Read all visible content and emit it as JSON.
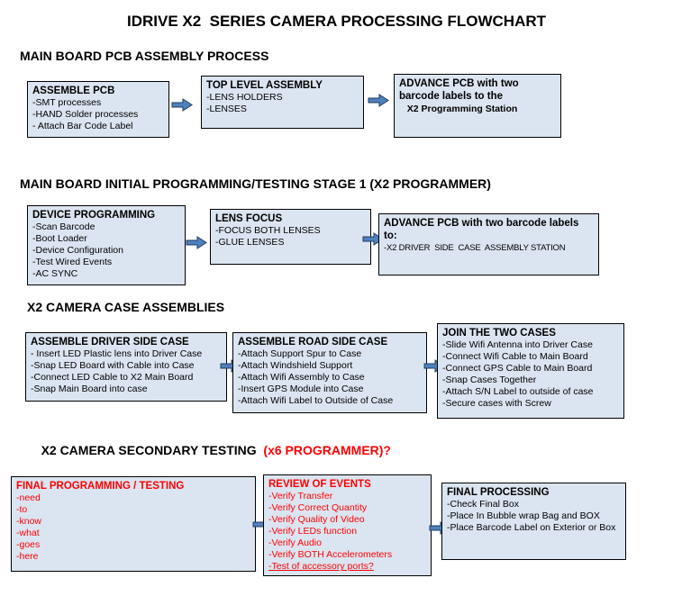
{
  "title": "IDRIVE X2  SERIES CAMERA PROCESSING FLOWCHART",
  "colors": {
    "box_fill": "#dbe5f1",
    "box_border": "#000000",
    "arrow_fill": "#4f81bd",
    "arrow_stroke": "#1f3b5f",
    "alert_red": "#ff0000"
  },
  "sections": [
    {
      "heading": "MAIN BOARD PCB ASSEMBLY PROCESS",
      "boxes": [
        {
          "title": "ASSEMBLE PCB",
          "items": [
            "-SMT processes",
            "-HAND Solder processes",
            "- Attach Bar Code Label"
          ]
        },
        {
          "title": "TOP LEVEL ASSEMBLY",
          "items": [
            "-LENS HOLDERS",
            "-LENSES"
          ]
        },
        {
          "title": "ADVANCE PCB with two barcode labels to the",
          "items": [
            "   X2 Programming Station"
          ]
        }
      ]
    },
    {
      "heading": "MAIN BOARD INITIAL PROGRAMMING/TESTING STAGE 1 (X2 PROGRAMMER)",
      "boxes": [
        {
          "title": "DEVICE PROGRAMMING",
          "items": [
            "-Scan Barcode",
            "-Boot Loader",
            "-Device Configuration",
            "-Test Wired Events",
            "-AC SYNC"
          ]
        },
        {
          "title": "LENS FOCUS",
          "items": [
            "-FOCUS BOTH LENSES",
            "-GLUE LENSES"
          ]
        },
        {
          "title": "ADVANCE PCB with two barcode labels to:",
          "items": [
            "-X2 DRIVER  SIDE  CASE  ASSEMBLY STATION"
          ]
        }
      ]
    },
    {
      "heading": "X2 CAMERA CASE ASSEMBLIES",
      "boxes": [
        {
          "title": "ASSEMBLE DRIVER SIDE CASE",
          "items": [
            "- Insert LED Plastic lens into Driver Case",
            "-Snap LED Board with Cable into Case",
            "-Connect LED Cable to X2 Main Board",
            "-Snap Main Board into case"
          ]
        },
        {
          "title": "ASSEMBLE ROAD SIDE CASE",
          "items": [
            "-Attach Support Spur to Case",
            "-Attach Windshield Support",
            "-Attach Wifi Assembly to Case",
            "-Insert GPS Module into Case",
            "-Attach Wifi Label to Outside of Case"
          ]
        },
        {
          "title": "JOIN THE TWO CASES",
          "items": [
            "-Slide Wifi Antenna into Driver Case",
            "-Connect Wifi Cable to Main Board",
            "-Connect GPS Cable to Main Board",
            "-Snap Cases Together",
            "-Attach S/N Label to outside of case",
            "-Secure cases with Screw"
          ]
        }
      ]
    },
    {
      "heading": "X2 CAMERA SECONDARY TESTING  ",
      "heading_suffix": "(x6 PROGRAMMER)?",
      "boxes": [
        {
          "title": "FINAL PROGRAMMING / TESTING",
          "items": [
            "-need",
            "-to",
            "-know",
            "-what",
            "-goes",
            "-here"
          ]
        },
        {
          "title": "REVIEW OF EVENTS",
          "items": [
            "-Verify Transfer",
            "-Verify Correct Quantity",
            "-Verify Quality of Video",
            "-Verify LEDs function",
            "-Verify Audio",
            "-Verify BOTH Accelerometers",
            "-Test of accessory ports?"
          ]
        },
        {
          "title": "FINAL PROCESSING",
          "items": [
            "-Check Final Box",
            "-Place In Bubble wrap Bag and BOX",
            "-Place Barcode Label on Exterior or Box"
          ]
        }
      ]
    }
  ]
}
